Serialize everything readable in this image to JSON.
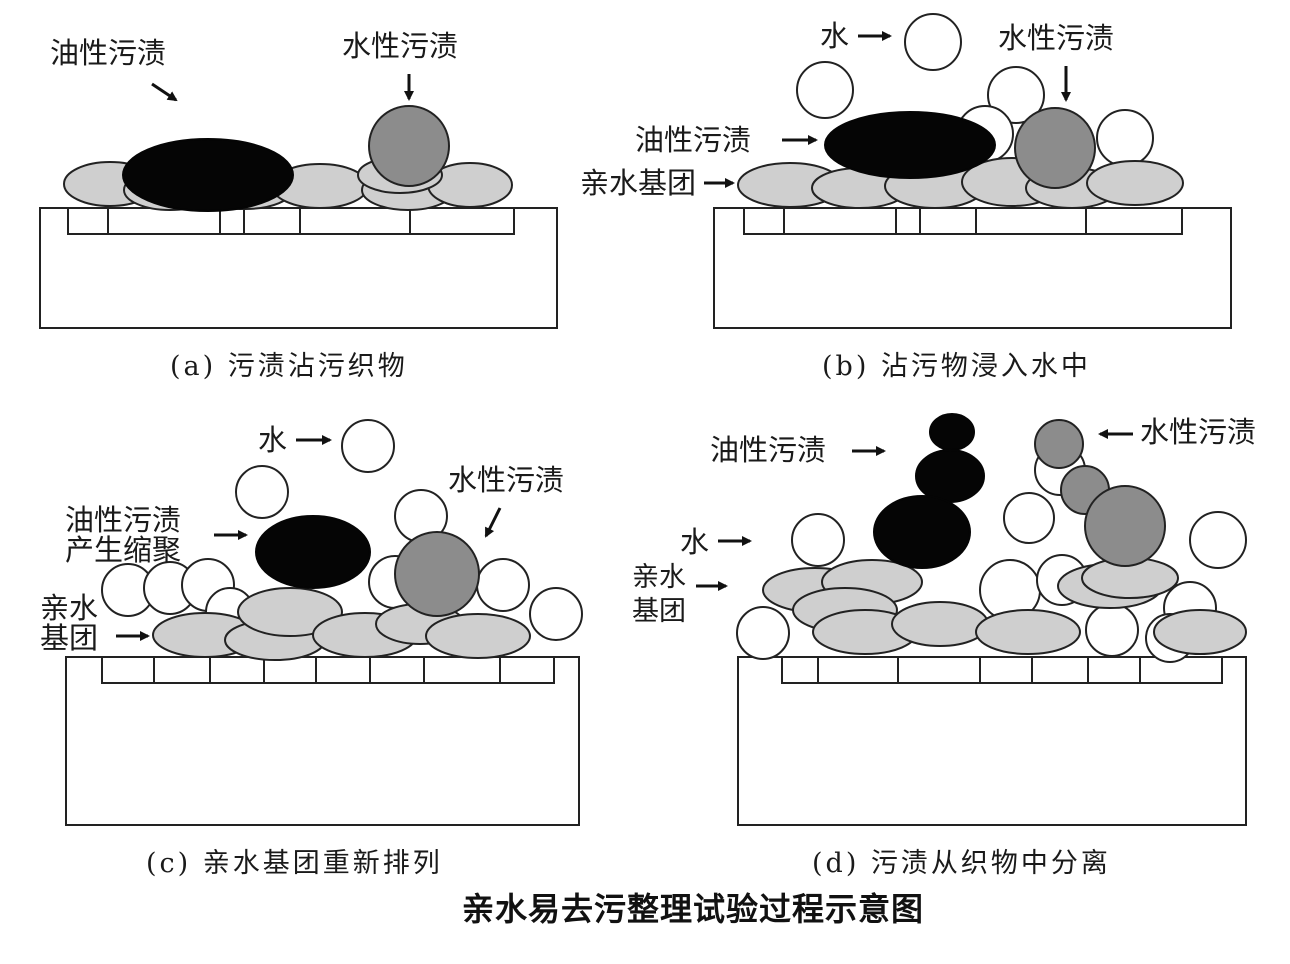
{
  "panels": {
    "a": {
      "oil_label": "油性污渍",
      "water_stain_label": "水性污渍",
      "caption": "(a) 污渍沾污织物"
    },
    "b": {
      "water_label": "水",
      "water_stain_label": "水性污渍",
      "oil_label": "油性污渍",
      "hydrophilic_label": "亲水基团",
      "caption": "(b) 沾污物浸入水中"
    },
    "c": {
      "water_label": "水",
      "water_stain_label": "水性污渍",
      "oil_label_line1": "油性污渍",
      "oil_label_line2": "产生缩聚",
      "hydrophilic_line1": "亲水",
      "hydrophilic_line2": "基团",
      "caption": "(c) 亲水基团重新排列"
    },
    "d": {
      "oil_label": "油性污渍",
      "water_stain_label": "水性污渍",
      "water_label": "水",
      "hydrophilic_line1": "亲水",
      "hydrophilic_line2": "基团",
      "caption": "(d) 污渍从织物中分离"
    }
  },
  "figure_title": "亲水易去污整理试验过程示意图",
  "colors": {
    "hydrophilic_group": "#cfcfcf",
    "water_stain": "#8c8c8c",
    "oil_stain": "#050505",
    "water": "#ffffff"
  }
}
